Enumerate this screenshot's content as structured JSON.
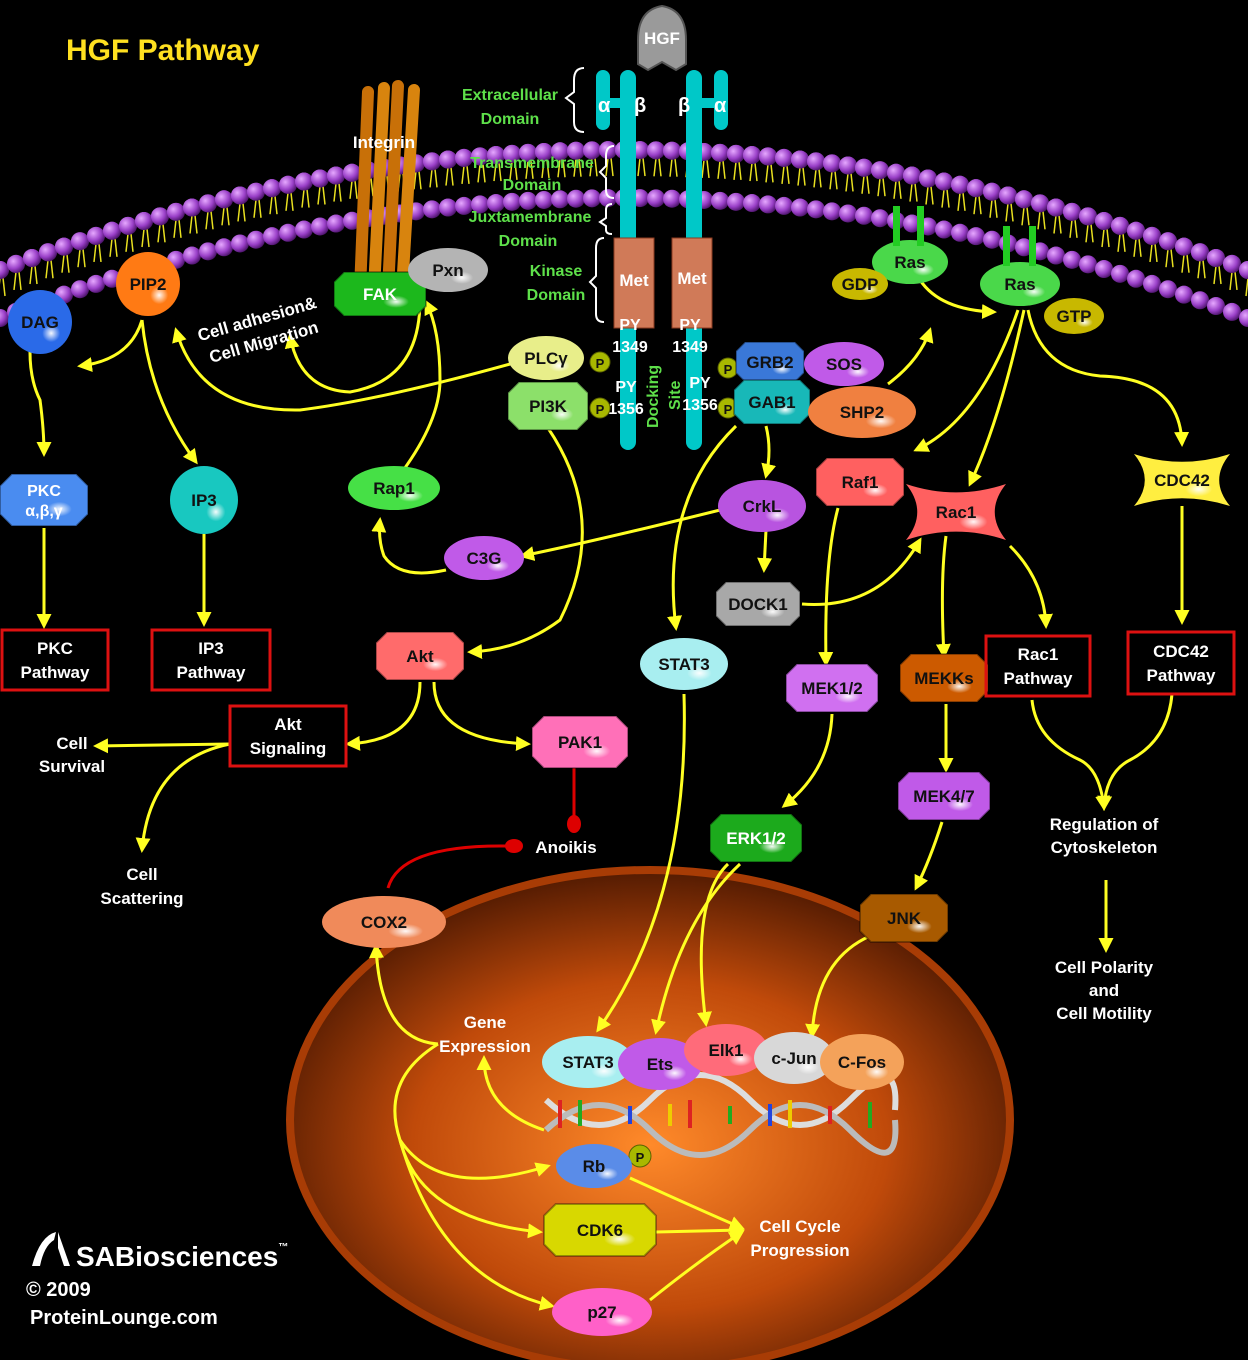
{
  "title": "HGF Pathway",
  "ligand": "HGF",
  "receptor": {
    "alpha": "α",
    "beta": "β",
    "domains": {
      "extracellular": [
        "Extracellular",
        "Domain"
      ],
      "transmembrane": [
        "Transmembrane",
        "Domain"
      ],
      "juxtamembrane": [
        "Juxtamembrane",
        "Domain"
      ],
      "kinase": [
        "Kinase",
        "Domain"
      ]
    },
    "met": "Met",
    "py": "PY",
    "site_1349": "1349",
    "site_1356": "1356",
    "docking": [
      "Docking",
      "Site"
    ],
    "phospho": "P"
  },
  "nodes": {
    "integrin": "Integrin",
    "fak": "FAK",
    "pxn": "Pxn",
    "pip2": "PIP2",
    "dag": "DAG",
    "pkc": [
      "PKC",
      "α,β,γ"
    ],
    "ip3": "IP3",
    "rap1": "Rap1",
    "c3g": "C3G",
    "plcg": "PLCγ",
    "pi3k": "PI3K",
    "grb2": "GRB2",
    "sos": "SOS",
    "gab1": "GAB1",
    "shp2": "SHP2",
    "crkl": "CrkL",
    "dock1": "DOCK1",
    "ras": "Ras",
    "gdp": "GDP",
    "gtp": "GTP",
    "raf1": "Raf1",
    "rac1": "Rac1",
    "cdc42": "CDC42",
    "akt": "Akt",
    "stat3": "STAT3",
    "mek12": "MEK1/2",
    "mekks": "MEKKs",
    "mek47": "MEK4/7",
    "erk12": "ERK1/2",
    "jnk": "JNK",
    "pak1": "PAK1",
    "cox2": "COX2",
    "ets": "Ets",
    "elk1": "Elk1",
    "cjun": "c-Jun",
    "cfos": "C-Fos",
    "rb": "Rb",
    "cdk6": "CDK6",
    "p27": "p27"
  },
  "pathway_boxes": {
    "pkc": [
      "PKC",
      "Pathway"
    ],
    "ip3": [
      "IP3",
      "Pathway"
    ],
    "akt": [
      "Akt",
      "Signaling"
    ],
    "rac1": [
      "Rac1",
      "Pathway"
    ],
    "cdc42": [
      "CDC42",
      "Pathway"
    ]
  },
  "outcomes": {
    "adhesion": [
      "Cell adhesion&",
      "Cell Migration"
    ],
    "survival": [
      "Cell",
      "Survival"
    ],
    "scattering": [
      "Cell",
      "Scattering"
    ],
    "anoikis": "Anoikis",
    "cytoskeleton": [
      "Regulation of",
      "Cytoskeleton"
    ],
    "polarity": [
      "Cell Polarity",
      "and",
      "Cell Motility"
    ],
    "gene_expression": [
      "Gene",
      "Expression"
    ],
    "cell_cycle": [
      "Cell Cycle",
      "Progression"
    ]
  },
  "credits": {
    "brand": "SABiosciences",
    "tm": "™",
    "year": "© 2009",
    "site": "ProteinLounge.com"
  },
  "colors": {
    "background": "#000000",
    "arrow": "#ffff22",
    "inhibit": "#dd0000",
    "title": "#ffe020",
    "domain_label": "#5ee04a",
    "pathway_box_border": "#dd1111",
    "membrane_head": "#a04ac8",
    "receptor": "#00c8c8",
    "nucleus": "#c85a10"
  }
}
